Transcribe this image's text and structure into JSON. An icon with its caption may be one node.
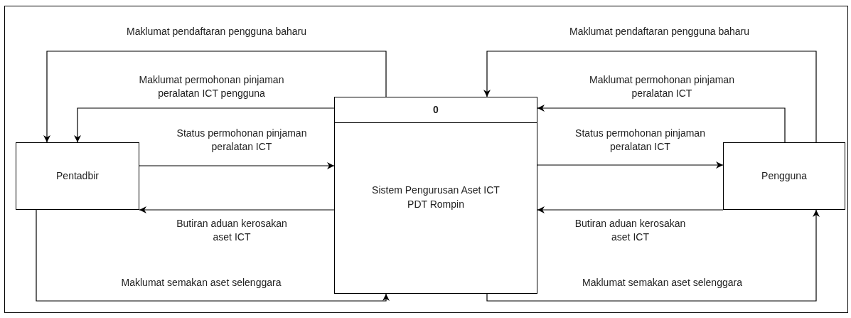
{
  "diagram": {
    "nodes": [
      {
        "text": [
          "Pentadbir"
        ]
      },
      {
        "text": [
          "0",
          "Sistem Pengurusan Aset ICT PDT Rompin"
        ]
      },
      {
        "text": [
          "Pengguna"
        ]
      }
    ],
    "edges": [
      {
        "from": 1,
        "to": 0,
        "arrow": "to",
        "label": "Maklumat pendaftaran pengguna baharu"
      },
      {
        "from": 1,
        "to": 0,
        "arrow": "to",
        "label": "Maklumat permohonan pinjaman peralatan ICT pengguna"
      },
      {
        "from": 0,
        "to": 1,
        "arrow": "to",
        "label": "Status permohonan pinjaman peralatan ICT"
      },
      {
        "from": 1,
        "to": 0,
        "arrow": "to",
        "label": "Butiran aduan kerosakan aset ICT"
      },
      {
        "from": 0,
        "to": 1,
        "arrow": "to",
        "label": "Maklumat semakan aset selenggara"
      },
      {
        "from": 2,
        "to": 1,
        "arrow": "to",
        "label": "Maklumat pendaftaran pengguna baharu"
      },
      {
        "from": 2,
        "to": 1,
        "arrow": "to",
        "label": "Maklumat permohonan pinjaman peralatan ICT"
      },
      {
        "from": 1,
        "to": 2,
        "arrow": "to",
        "label": "Status permohonan pinjaman peralatan ICT"
      },
      {
        "from": 2,
        "to": 1,
        "arrow": "to",
        "label": "Butiran aduan kerosakan aset ICT"
      },
      {
        "from": 1,
        "to": 2,
        "arrow": "to",
        "label": "Maklumat semakan aset selenggara"
      }
    ]
  }
}
